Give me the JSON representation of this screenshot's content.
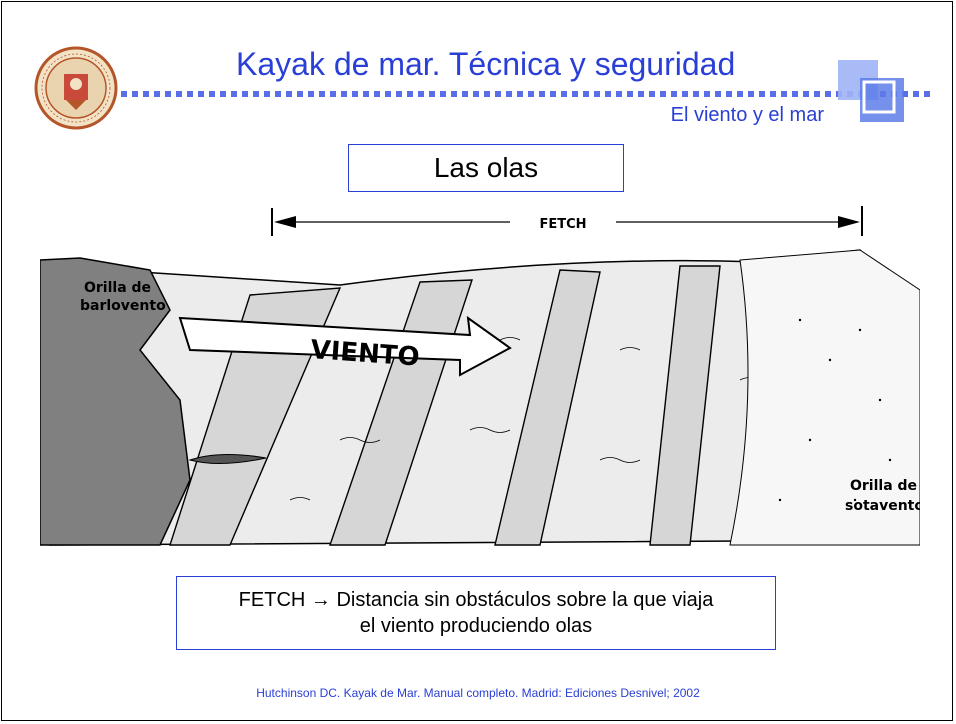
{
  "header": {
    "title": "Kayak de mar. Técnica y seguridad",
    "subtitle": "El viento y el mar"
  },
  "section_box": {
    "label": "Las olas"
  },
  "illustration": {
    "fetch_label": "FETCH",
    "wind_label": "VIENTO",
    "windward_line1": "Orilla de",
    "windward_line2": "barlovento",
    "leeward_line1": "Orilla de",
    "leeward_line2": "sotavento"
  },
  "definition_box": {
    "line1": "FETCH → Distancia sin obstáculos sobre la que viaja",
    "line2": "el viento produciendo olas"
  },
  "citation": "Hutchinson DC. Kayak de Mar. Manual completo. Madrid: Ediciones Desnivel; 2002",
  "colors": {
    "accent": "#2a3fd6",
    "seal": "#b5562a",
    "dots": "#5a6ee8"
  },
  "icons": {
    "seal": "university-seal-icon",
    "logo": "overlapping-squares-logo-icon"
  }
}
